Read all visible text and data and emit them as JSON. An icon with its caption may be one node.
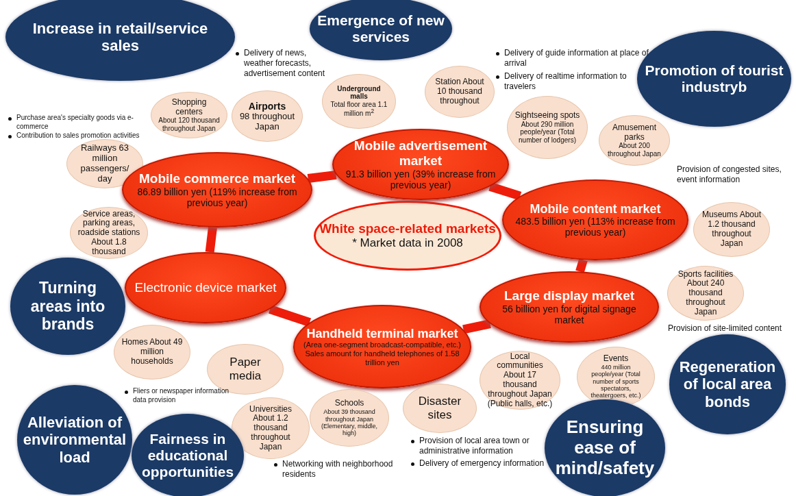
{
  "diagram": {
    "nodes": [
      {
        "text": [
          "Increase in retail/service sales"
        ]
      },
      {
        "text": [
          "Emergence of new services"
        ]
      },
      {
        "text": [
          "Promotion of tourist industryb"
        ]
      },
      {
        "text": [
          "Station About 10 thousand throughout"
        ]
      },
      {
        "text": [
          "Underground malls",
          "Total floor area 1.1 million m$^{2}$"
        ]
      },
      {
        "text": [
          "Airports",
          "98 throughout Japan"
        ]
      },
      {
        "text": [
          "Shopping centers",
          "About 120 thousand throughout Japan"
        ]
      },
      {
        "text": [
          "Sightseeing spots",
          "About 290 million people/year (Total number of lodgers)"
        ]
      },
      {
        "text": [
          "Amusement parks",
          "About 200 throughout Japan"
        ]
      },
      {
        "text": [
          "Mobile advertisement market",
          "91.3 billion yen (39% increase from previous year)"
        ]
      },
      {
        "text": [
          "Railways 63 million passengers/ day"
        ]
      },
      {
        "text": [
          "Mobile commerce market",
          "86.89 billion yen (119% increase from previous year)"
        ]
      },
      {
        "text": [
          "Mobile content market",
          "483.5 billion yen (113% increase from previous year)"
        ]
      },
      {
        "text": [
          "Museums About 1.2 thousand throughout Japan"
        ]
      },
      {
        "text": [
          "Service areas, parking areas, roadside stations About 1.8 thousand"
        ]
      },
      {
        "text": [
          "White space-related markets",
          "* Market data in 2008"
        ]
      },
      {
        "text": [
          "Electronic device market"
        ]
      },
      {
        "text": [
          "Turning areas into brands"
        ]
      },
      {
        "text": [
          "Sports facilities About 240 thousand throughout Japan"
        ]
      },
      {
        "text": [
          "Large display market",
          "56 billion yen for digital signage market"
        ]
      },
      {
        "text": [
          "Handheld terminal market",
          "(Area one-segment broadcast-compatible, etc.) Sales amount for handheld telephones of 1.58 trillion yen"
        ]
      },
      {
        "text": [
          "Homes About 49 million households"
        ]
      },
      {
        "text": [
          "Paper media"
        ]
      },
      {
        "text": [
          "Local communities About 17 thousand throughout Japan (Public halls, etc.)"
        ]
      },
      {
        "text": [
          "Events",
          "440 million people/year (Total number of sports spectators, theatergoers, etc.)"
        ]
      },
      {
        "text": [
          "Regeneration of local area bonds"
        ]
      },
      {
        "text": [
          "Disaster sites"
        ]
      },
      {
        "text": [
          "Schools",
          "About 39 thousand throughout Japan (Elementary, middle, high)"
        ]
      },
      {
        "text": [
          "Universities About 1.2 thousand throughout Japan"
        ]
      },
      {
        "text": [
          "Alleviation of environmental load"
        ]
      },
      {
        "text": [
          "Ensuring ease of mind/safety"
        ]
      },
      {
        "text": [
          "Fairness in educational opportunities"
        ]
      }
    ],
    "edges": [
      {
        "from": 11,
        "to": 9,
        "arrow": "none"
      },
      {
        "from": 9,
        "to": 12,
        "arrow": "none"
      },
      {
        "from": 12,
        "to": 19,
        "arrow": "none"
      },
      {
        "from": 19,
        "to": 20,
        "arrow": "none"
      },
      {
        "from": 20,
        "to": 16,
        "arrow": "none"
      },
      {
        "from": 16,
        "to": 11,
        "arrow": "none"
      }
    ],
    "labels": [
      "Delivery of news, weather forecasts, advertisement content",
      "Delivery of guide information at place of arrival",
      "Delivery of realtime information to travelers",
      "Purchase area's specialty goods via e-commerce",
      "Contribution to sales promotion activities",
      "Provision of congested sites, event information",
      "Provision of site-limited content",
      "Fliers or newspaper information data provision",
      "Provision of local area town or administrative information",
      "Delivery of emergency information",
      "Networking with neighborhood residents"
    ]
  }
}
